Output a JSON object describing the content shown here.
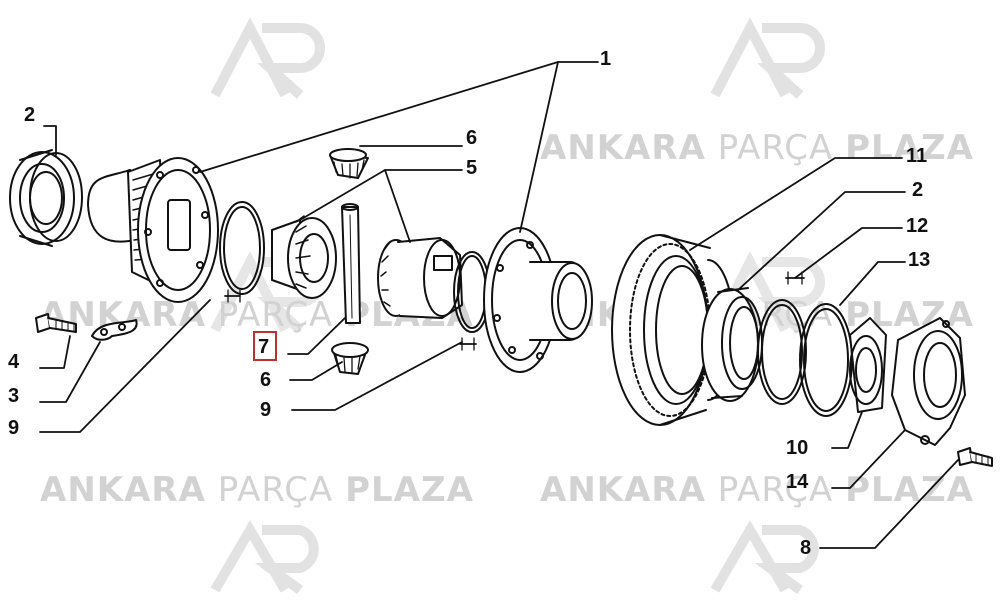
{
  "watermark": {
    "brand_left": "ANKARA",
    "brand_mid": "PARÇA",
    "brand_right": "PLAZA",
    "logo_text": "AP"
  },
  "callouts": {
    "c1": "1",
    "c2_left": "2",
    "c2_right": "2",
    "c3": "3",
    "c4": "4",
    "c5": "5",
    "c6_top": "6",
    "c6_bottom": "6",
    "c7": "7",
    "c8": "8",
    "c9_left": "9",
    "c9_mid": "9",
    "c10": "10",
    "c11": "11",
    "c12": "12",
    "c13": "13",
    "c14": "14"
  },
  "colors": {
    "line": "#111111",
    "highlight": "#c0302a",
    "watermark": "#d2d2d2"
  }
}
